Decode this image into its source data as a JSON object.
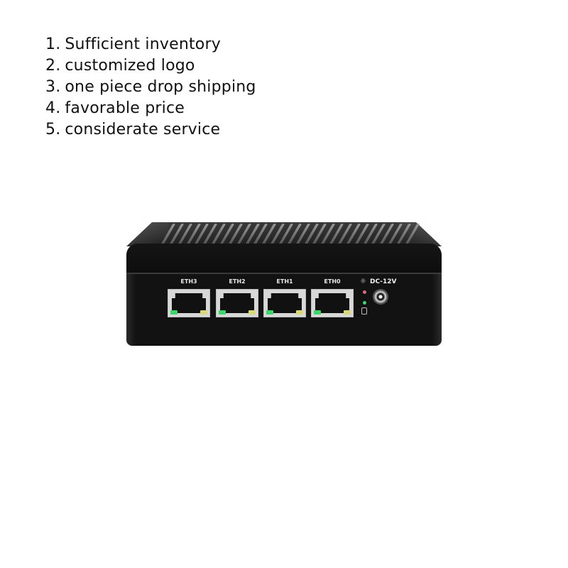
{
  "features": [
    {
      "num": "1.",
      "text": "Sufficient inventory"
    },
    {
      "num": "2.",
      "text": "customized logo"
    },
    {
      "num": "3.",
      "text": "one piece drop shipping"
    },
    {
      "num": "4.",
      "text": "favorable price"
    },
    {
      "num": "5.",
      "text": "considerate service"
    }
  ],
  "device": {
    "ports": [
      {
        "label": "ETH3"
      },
      {
        "label": "ETH2"
      },
      {
        "label": "ETH1"
      },
      {
        "label": "ETH0"
      }
    ],
    "power_label": "DC-12V",
    "icons": {
      "power_led": "lightbulb-icon",
      "hdd_led": "hdd-icon"
    },
    "colors": {
      "chassis": "#121212",
      "port_frame": "#d8d8d8",
      "led_green": "#3cd66a",
      "led_yellow": "#d9d97a",
      "power_indicator": "#d86a86"
    }
  }
}
